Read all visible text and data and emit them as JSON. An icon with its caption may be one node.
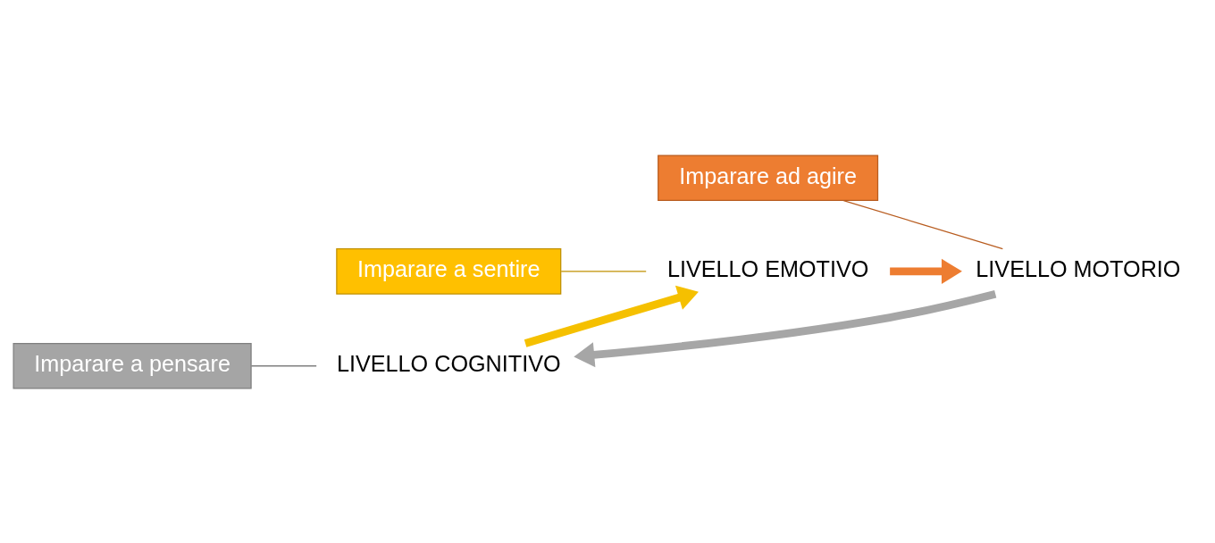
{
  "diagram": {
    "nodes": [
      {
        "text": [
          "LIVELLO COGNITIVO"
        ]
      },
      {
        "text": [
          "LIVELLO EMOTIVO"
        ]
      },
      {
        "text": [
          "LIVELLO MOTORIO"
        ]
      },
      {
        "text": [
          "Imparare a sentire"
        ]
      },
      {
        "text": [
          "Imparare a pensare"
        ]
      },
      {
        "text": [
          "Imparare ad agire"
        ]
      }
    ],
    "edges": [
      {
        "from": 0,
        "to": 1,
        "arrow": "to",
        "style": "thick",
        "color": "#f5c000"
      },
      {
        "from": 1,
        "to": 2,
        "arrow": "to",
        "style": "thick",
        "color": "#ed7d31"
      },
      {
        "from": 2,
        "to": 0,
        "arrow": "to",
        "style": "thick",
        "color": "#a6a6a6"
      },
      {
        "from": 3,
        "to": 1,
        "arrow": "none",
        "color": "#c09000"
      },
      {
        "from": 4,
        "to": 0,
        "arrow": "none",
        "color": "#7f7f7f"
      },
      {
        "from": 5,
        "to": 2,
        "arrow": "none",
        "color": "#b85c1f"
      }
    ]
  }
}
